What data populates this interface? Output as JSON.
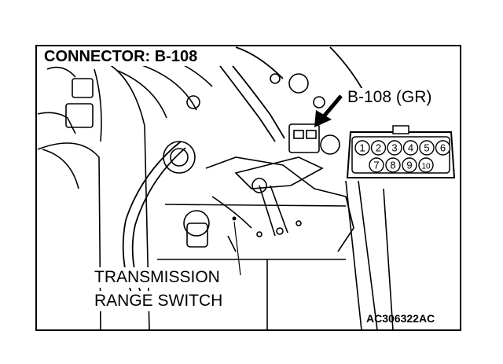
{
  "title": "CONNECTOR: B-108",
  "callout_label": "B-108 (GR)",
  "part_label": [
    "TRANSMISSION",
    "RANGE SWITCH"
  ],
  "figure_code": "AC306322AC",
  "connector": {
    "top_row": [
      "1",
      "2",
      "3",
      "4",
      "5",
      "6"
    ],
    "bottom_row": [
      "7",
      "8",
      "9",
      "10"
    ]
  },
  "colors": {
    "ink": "#000000",
    "paper": "#ffffff"
  }
}
